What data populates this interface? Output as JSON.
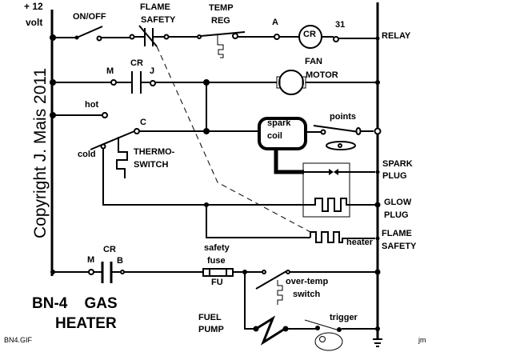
{
  "title": {
    "line1": "BN-4    GAS",
    "line2": "HEATER"
  },
  "supply": {
    "line1": "+ 12",
    "line2": "volt"
  },
  "copyright": "Copyright J. Mais 2011",
  "filename": "BN4.GIF",
  "author_initials": "jm",
  "components": {
    "on_off": "ON/OFF",
    "flame_safety_1": "FLAME",
    "flame_safety_2": "SAFETY",
    "temp_reg_1": "TEMP",
    "temp_reg_2": "REG",
    "terminal_a": "A",
    "relay_coil": "CR",
    "terminal_31": "31",
    "relay": "RELAY",
    "terminal_m1": "M",
    "contact_cr1": "CR",
    "terminal_j": "J",
    "fan_1": "FAN",
    "fan_2": "MOTOR",
    "hot": "hot",
    "terminal_c": "C",
    "cold": "cold",
    "thermo_1": "THERMO-",
    "thermo_2": "SWITCH",
    "spark_coil_1": "spark",
    "spark_coil_2": "coil",
    "points": "points",
    "spark_plug_1": "SPARK",
    "spark_plug_2": "PLUG",
    "glow_plug_1": "GLOW",
    "glow_plug_2": "PLUG",
    "heater": "heater",
    "flame_safety_r1": "FLAME",
    "flame_safety_r2": "SAFETY",
    "terminal_m2": "M",
    "contact_cr2": "CR",
    "terminal_b": "B",
    "safety_fuse_1": "safety",
    "safety_fuse_2": "fuse",
    "fuse_id": "FU",
    "over_temp_1": "over-temp",
    "over_temp_2": "switch",
    "fuel_pump_1": "FUEL",
    "fuel_pump_2": "PUMP",
    "trigger": "trigger"
  }
}
